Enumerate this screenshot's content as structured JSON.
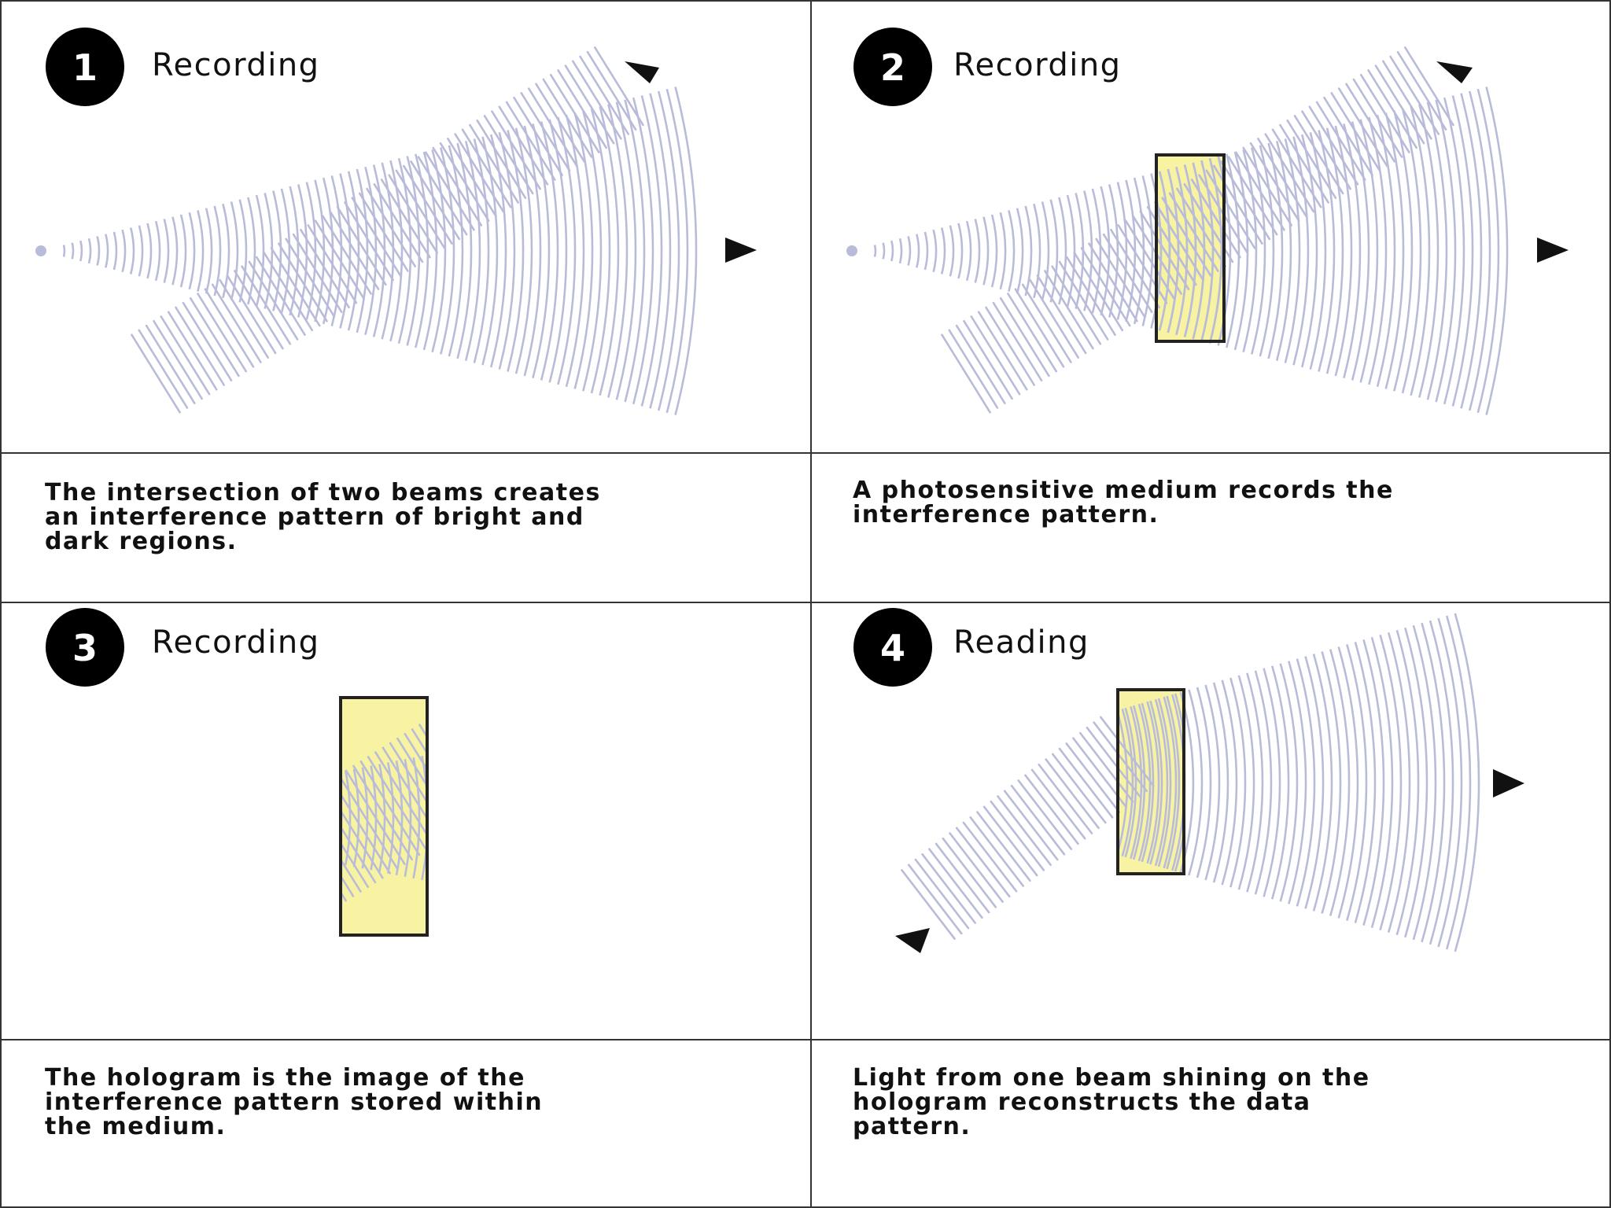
{
  "panels": [
    {
      "number": "1",
      "title": "Recording",
      "caption": [
        "The intersection of two beams creates",
        "an interference pattern of bright and",
        "dark regions."
      ]
    },
    {
      "number": "2",
      "title": "Recording",
      "caption": [
        "A photosensitive medium records the",
        "interference pattern."
      ]
    },
    {
      "number": "3",
      "title": "Recording",
      "caption": [
        "The hologram is the image of the",
        "interference pattern stored within",
        "the medium."
      ]
    },
    {
      "number": "4",
      "title": "Reading",
      "caption": [
        "Light from one beam shining on the",
        "hologram reconstructs the data",
        "pattern."
      ]
    }
  ],
  "colors": {
    "wave": "#b9bcd9",
    "medium_fill": "#f8f3a2",
    "border": "#222222",
    "grid": "#333333"
  }
}
